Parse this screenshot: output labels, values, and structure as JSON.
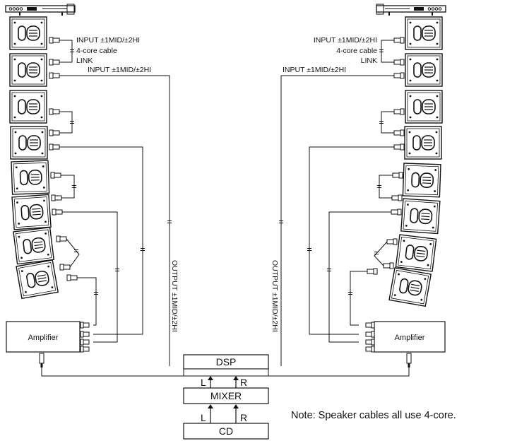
{
  "labels": {
    "input_link": "INPUT ±1MID/±2HI",
    "cable": "4-core cable",
    "link": "LINK",
    "input_main": "INPUT ±1MID/±2HI",
    "output_vertical": "OUTPUT ±1MID/±2HI"
  },
  "blocks": {
    "amplifier": "Amplifier",
    "dsp": "DSP",
    "mixer": "MIXER",
    "cd": "CD",
    "left_channel": "L",
    "right_channel": "R"
  },
  "note": "Note: Speaker cables all use 4-core.",
  "colors": {
    "line": "#111111",
    "background": "#ffffff"
  }
}
